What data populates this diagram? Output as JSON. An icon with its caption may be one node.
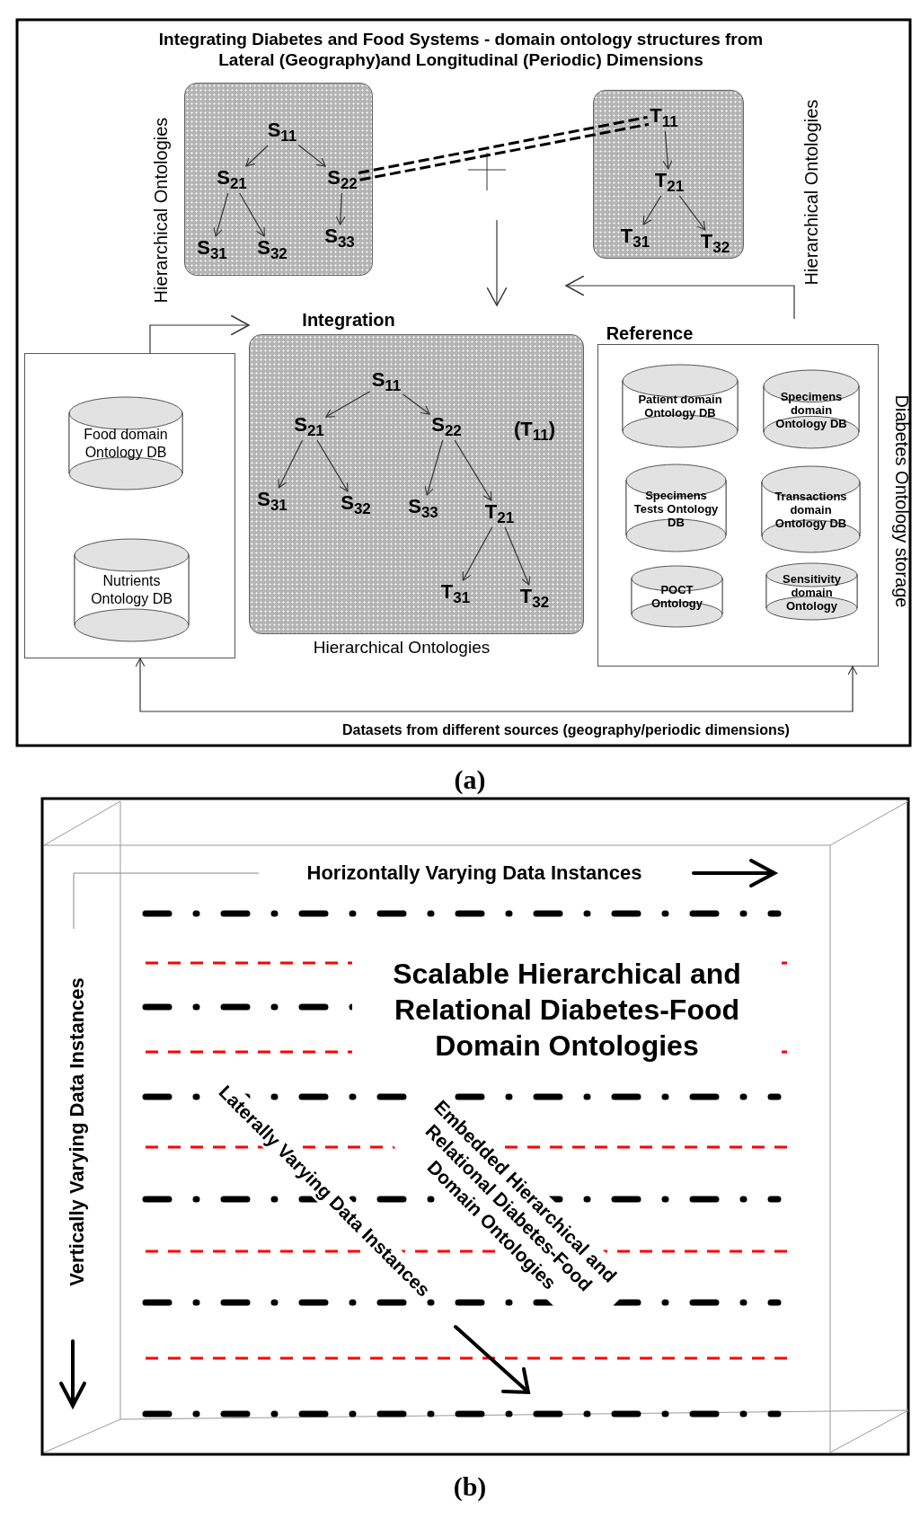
{
  "diagram": {
    "title": "Integrating Diabetes and Food Systems - domain ontology structures from Lateral (Geography)and Longitudinal (Periodic) Dimensions",
    "nodes": [
      {
        "text": [],
        "shape": "box"
      },
      {
        "text": [
          "S$_{11}$"
        ],
        "in": 0
      },
      {
        "text": [
          "S$_{21}$"
        ],
        "in": 0
      },
      {
        "text": [
          "S$_{22}$"
        ],
        "in": 0
      },
      {
        "text": [
          "S$_{31}$"
        ],
        "in": 0
      },
      {
        "text": [
          "S$_{32}$"
        ],
        "in": 0
      },
      {
        "text": [
          "S$_{33}$"
        ],
        "in": 0
      },
      {
        "text": [],
        "shape": "box"
      },
      {
        "text": [
          "T$_{11}$"
        ],
        "in": 7
      },
      {
        "text": [
          "T$_{21}$"
        ],
        "in": 7
      },
      {
        "text": [
          "T$_{31}$"
        ],
        "in": 7
      },
      {
        "text": [
          "T$_{32}$"
        ],
        "in": 7
      },
      {
        "text": [],
        "shape": "box"
      },
      {
        "text": [
          "Food domain Ontology DB"
        ],
        "in": 12
      },
      {
        "text": [
          "Nutrients Ontology DB"
        ],
        "in": 12
      },
      {
        "text": [
          "Integration"
        ],
        "beside": [
          "Hierarchical Ontologies"
        ]
      },
      {
        "text": [
          "S$_{11}$"
        ],
        "in": 15
      },
      {
        "text": [
          "S$_{21}$"
        ],
        "in": 15
      },
      {
        "text": [
          "S$_{22}$"
        ],
        "in": 15
      },
      {
        "text": [
          "(T$_{11}$)"
        ],
        "in": 15
      },
      {
        "text": [
          "S$_{31}$"
        ],
        "in": 15
      },
      {
        "text": [
          "S$_{32}$"
        ],
        "in": 15
      },
      {
        "text": [
          "S$_{33}$"
        ],
        "in": 15
      },
      {
        "text": [
          "T$_{21}$"
        ],
        "in": 15
      },
      {
        "text": [
          "T$_{31}$"
        ],
        "in": 15
      },
      {
        "text": [
          "T$_{32}$"
        ],
        "in": 15
      },
      {
        "text": [
          "Reference"
        ],
        "beside": [
          "Diabetes Ontology storage"
        ]
      },
      {
        "text": [
          "Patient domain Ontology DB"
        ],
        "in": 26
      },
      {
        "text": [
          "Specimens domain Ontology DB"
        ],
        "in": 26
      },
      {
        "text": [
          "Specimens Tests Ontology DB"
        ],
        "in": 26
      },
      {
        "text": [
          "Transactions domain Ontology DB"
        ],
        "in": 26
      },
      {
        "text": [
          "POCT Ontology"
        ],
        "in": 26
      },
      {
        "text": [
          "Sensitivity domain Ontology"
        ],
        "in": 26
      }
    ],
    "edges": [
      {
        "from": 1,
        "to": 2,
        "arrow": "to"
      },
      {
        "from": 1,
        "to": 3,
        "arrow": "to"
      },
      {
        "from": 2,
        "to": 4,
        "arrow": "to"
      },
      {
        "from": 2,
        "to": 5,
        "arrow": "to"
      },
      {
        "from": 3,
        "to": 6,
        "arrow": "to"
      },
      {
        "from": 8,
        "to": 9,
        "arrow": "to"
      },
      {
        "from": 9,
        "to": 10,
        "arrow": "to"
      },
      {
        "from": 9,
        "to": 11,
        "arrow": "to"
      },
      {
        "from": 3,
        "to": 8,
        "arrow": "none",
        "style": "dashed"
      },
      {
        "from": null,
        "to": 15,
        "arrow": "to"
      },
      {
        "from": 12,
        "to": 15,
        "arrow": "to"
      },
      {
        "from": 26,
        "to": null,
        "arrow": "to"
      },
      {
        "from": 12,
        "to": 26,
        "arrow": "both",
        "label": "Datasets from different sources (geography/periodic dimensions)"
      },
      {
        "from": 16,
        "to": 17,
        "arrow": "to"
      },
      {
        "from": 16,
        "to": 18,
        "arrow": "to"
      },
      {
        "from": 17,
        "to": 20,
        "arrow": "to"
      },
      {
        "from": 17,
        "to": 21,
        "arrow": "to"
      },
      {
        "from": 18,
        "to": 22,
        "arrow": "to"
      },
      {
        "from": 18,
        "to": 23,
        "arrow": "to"
      },
      {
        "from": 23,
        "to": 24,
        "arrow": "to"
      },
      {
        "from": 23,
        "to": 25,
        "arrow": "to"
      }
    ],
    "labels": [
      "Hierarchical Ontologies",
      "Hierarchical Ontologies",
      "(a)",
      "Horizontally Varying Data Instances",
      "Vertically Varying Data Instances",
      "Scalable Hierarchical and Relational Diabetes-Food Domain Ontologies",
      "Laterally Varying Data Instances",
      "Embedded Hierarchical and Relational Diabetes-Food Domain Ontologies",
      "(b)"
    ]
  }
}
